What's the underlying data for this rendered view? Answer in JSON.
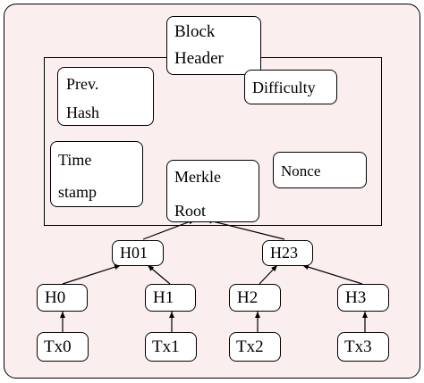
{
  "block_header": {
    "line1": "Block",
    "line2": "Header"
  },
  "fields": {
    "prev_hash": {
      "line1": "Prev.",
      "line2": "Hash"
    },
    "difficulty": "Difficulty",
    "time_stamp": {
      "line1": "Time",
      "line2": "stamp"
    },
    "merkle_root": {
      "line1": "Merkle",
      "line2": "Root"
    },
    "nonce": "Nonce"
  },
  "merkle_tree": {
    "level2": [
      "H01",
      "H23"
    ],
    "level1": [
      "H0",
      "H1",
      "H2",
      "H3"
    ],
    "transactions": [
      "Tx0",
      "Tx1",
      "Tx2",
      "Tx3"
    ]
  }
}
